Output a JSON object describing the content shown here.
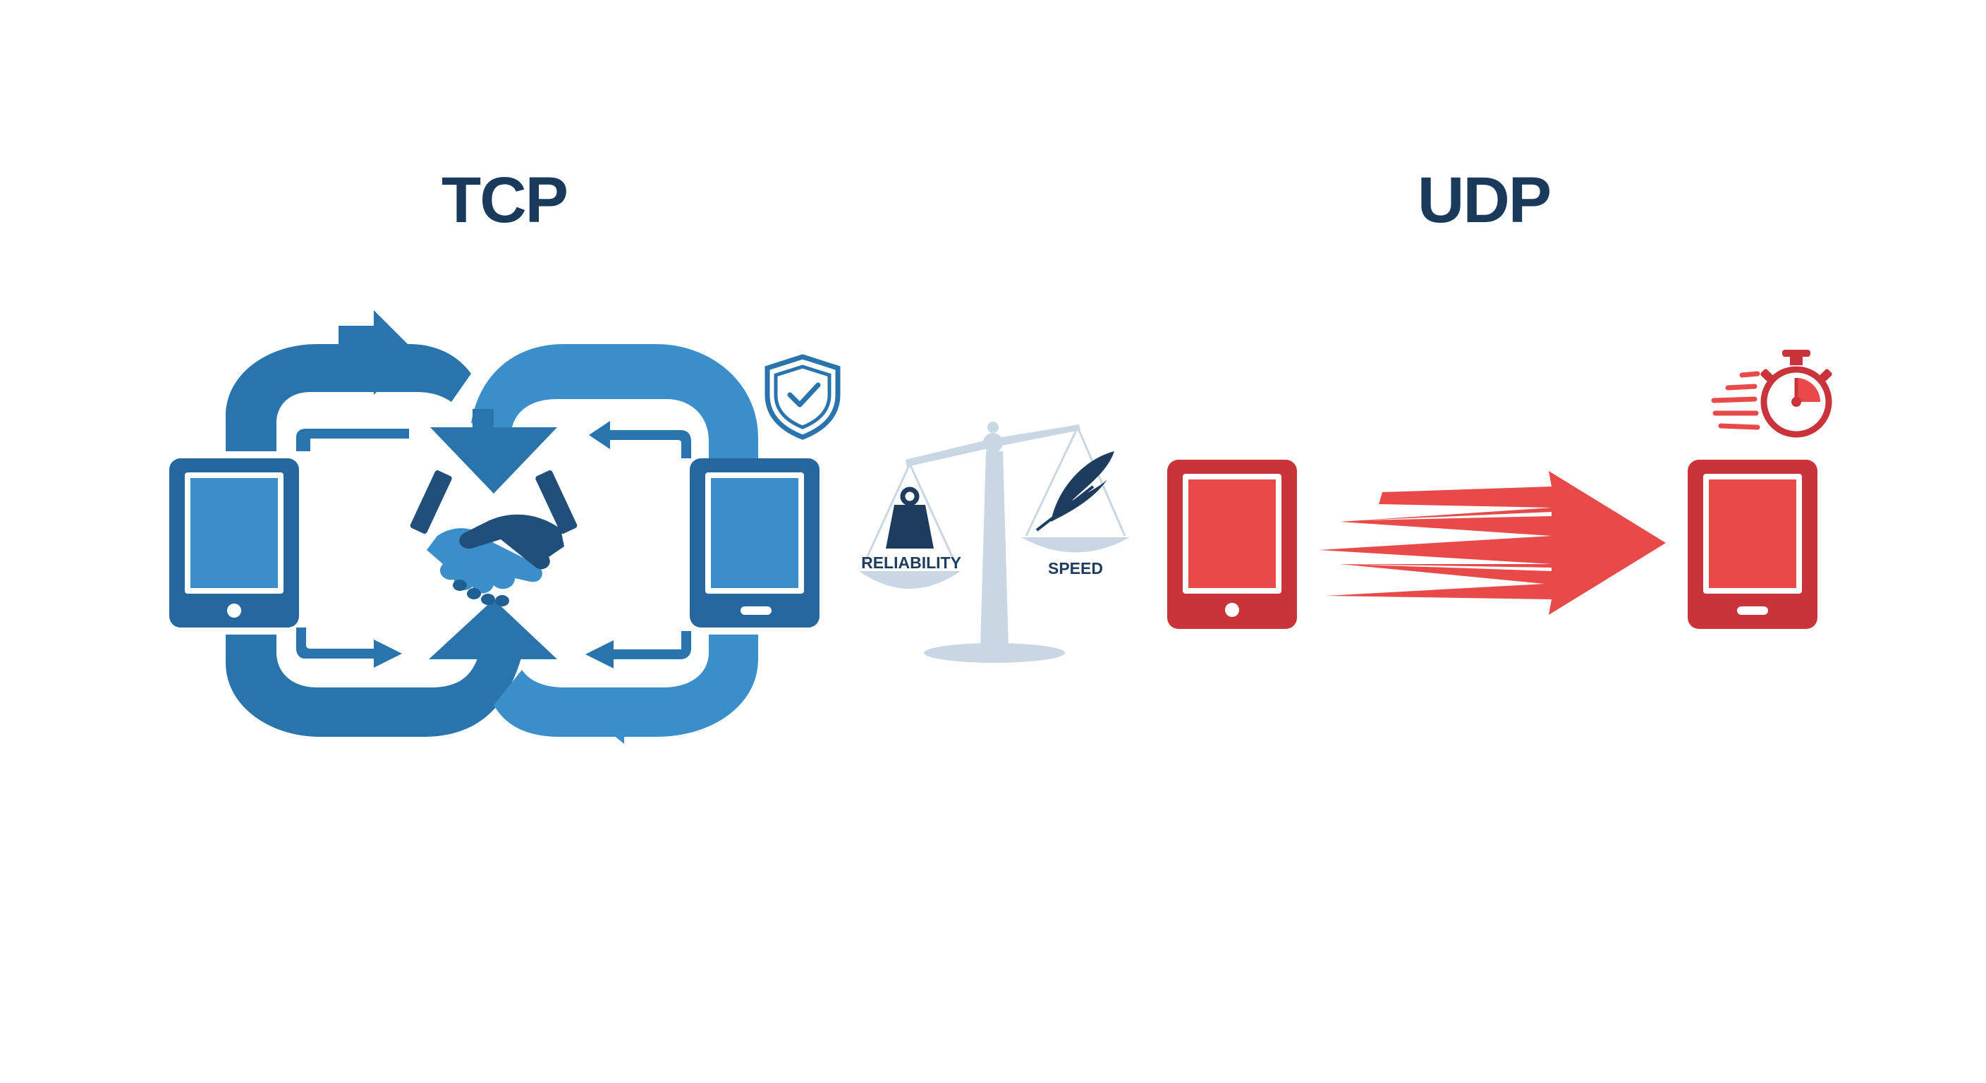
{
  "tcp": {
    "title": "TCP",
    "color_primary": "#2a74ad",
    "color_secondary": "#3a8fcb",
    "color_dark": "#1f5f92"
  },
  "udp": {
    "title": "UDP",
    "color_primary": "#e84a4a",
    "color_dark": "#c8343a"
  },
  "scale": {
    "left_label": "RELIABILITY",
    "right_label": "SPEED",
    "color": "#c9d6e3"
  },
  "icons": {
    "tcp_handshake": "handshake-icon",
    "tcp_shield": "shield-check-icon",
    "scale": "balance-scale-icon",
    "weight": "weight-icon",
    "feather": "feather-icon",
    "udp_stopwatch": "stopwatch-icon"
  }
}
